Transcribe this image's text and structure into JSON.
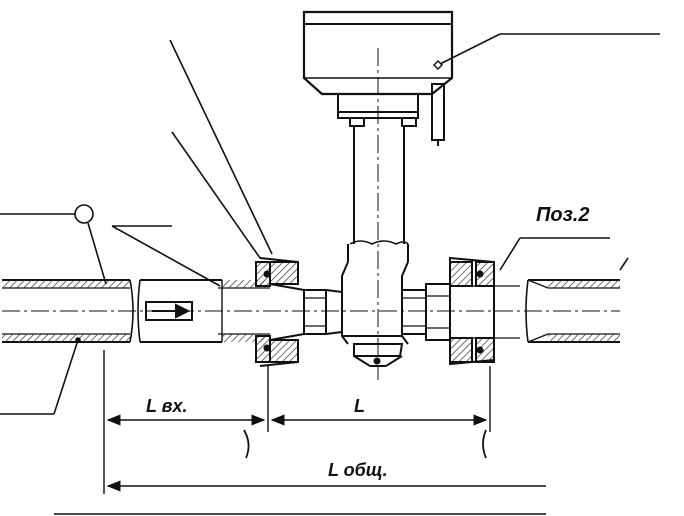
{
  "labels": {
    "pos2": "Поз.2",
    "l_in": "L вх.",
    "l": "L",
    "l_total": "L общ."
  },
  "colors": {
    "line": "#111111",
    "hatch": "#333333",
    "background": "#ffffff"
  }
}
